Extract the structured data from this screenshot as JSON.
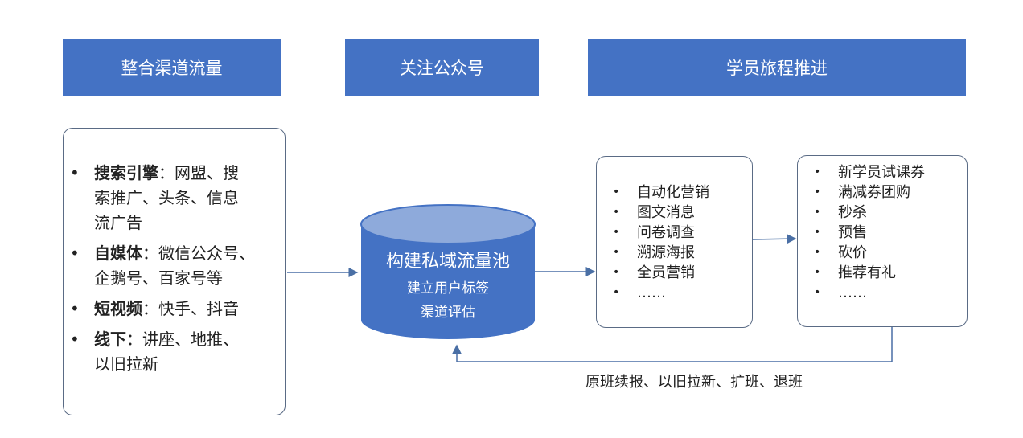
{
  "headers": [
    "整合渠道流量",
    "关注公众号",
    "学员旅程推进"
  ],
  "channels": [
    {
      "title": "搜索引擎",
      "sep": "：",
      "desc_lines": [
        "网盟、搜",
        "索推广、头条、信息",
        "流广告"
      ]
    },
    {
      "title": "自媒体",
      "sep": "：",
      "desc_lines": [
        "微信公众号、",
        "企鹅号、百家号等"
      ]
    },
    {
      "title": "短视频",
      "sep": "：",
      "desc_lines": [
        "快手、抖音"
      ]
    },
    {
      "title": "线下",
      "sep": "：",
      "desc_lines": [
        "讲座、地推、",
        "以旧拉新"
      ]
    }
  ],
  "pool": {
    "title": "构建私域流量池",
    "line1": "建立用户标签",
    "line2": "渠道评估"
  },
  "operations": [
    "自动化营销",
    "图文消息",
    "问卷调查",
    "溯源海报",
    "全员营销",
    "……"
  ],
  "promotions": [
    "新学员试课券",
    "满减券团购",
    "秒杀",
    "预售",
    "砍价",
    "推荐有礼",
    "……"
  ],
  "loop_label": "原班续报、以旧拉新、扩班、退班",
  "bullet": "•",
  "colors": {
    "primary": "#4472c4",
    "cylinder_top": "#8eaadb",
    "arrow": "#4a6fa5"
  }
}
